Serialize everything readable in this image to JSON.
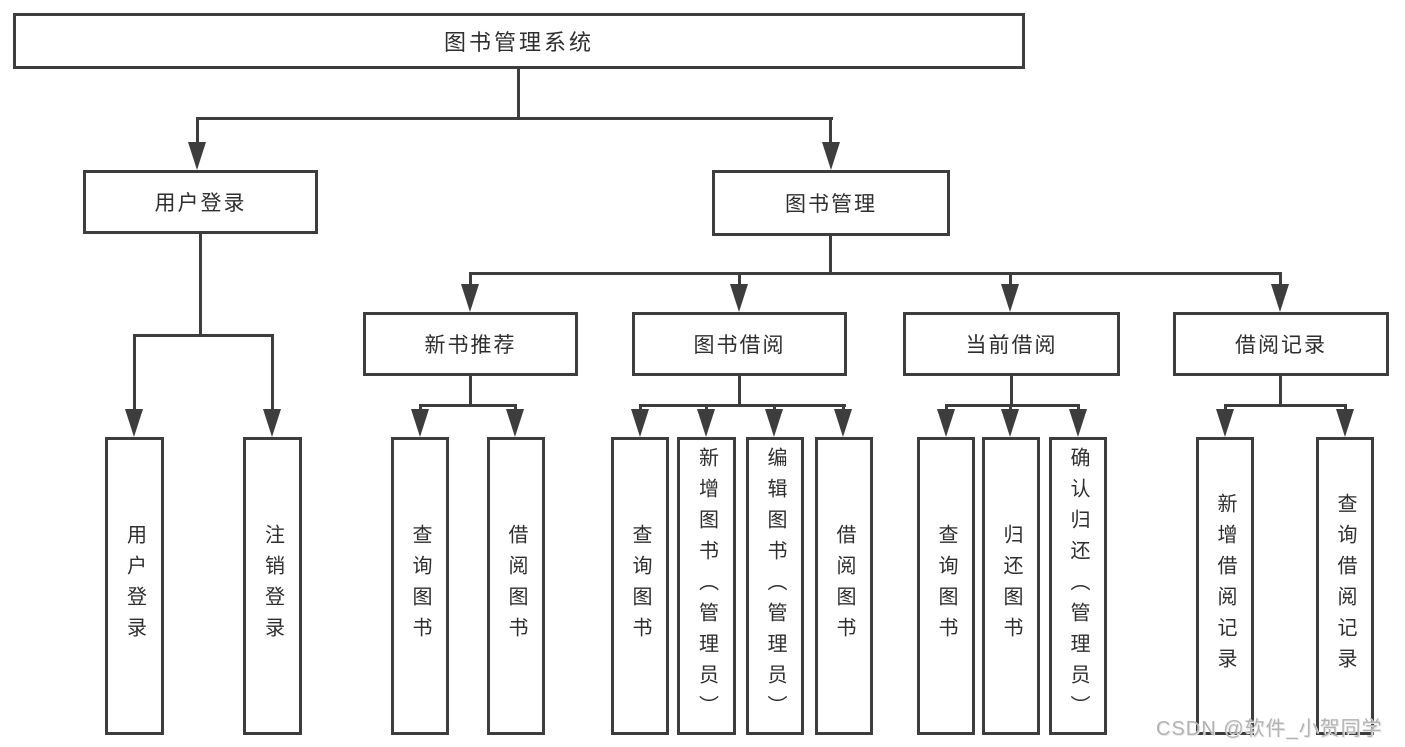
{
  "root": {
    "label": "图书管理系统"
  },
  "branches": {
    "user_login": {
      "label": "用户登录",
      "children": [
        "用户登录",
        "注销登录"
      ]
    },
    "book_management": {
      "label": "图书管理",
      "children": [
        {
          "label": "新书推荐",
          "children": [
            "查询图书",
            "借阅图书"
          ]
        },
        {
          "label": "图书借阅",
          "children": [
            "查询图书",
            "新增图书（管理员）",
            "编辑图书（管理员）",
            "借阅图书"
          ]
        },
        {
          "label": "当前借阅",
          "children": [
            "查询图书",
            "归还图书",
            "确认归还（管理员）"
          ]
        },
        {
          "label": "借阅记录",
          "children": [
            "新增借阅记录",
            "查询借阅记录"
          ]
        }
      ]
    }
  },
  "watermark": {
    "text": "CSDN @软件_小贺同学"
  },
  "colors": {
    "line": "#3d3d3d",
    "text": "#2e2e2e",
    "background": "#ffffff",
    "watermark": "#b3b3b3"
  }
}
